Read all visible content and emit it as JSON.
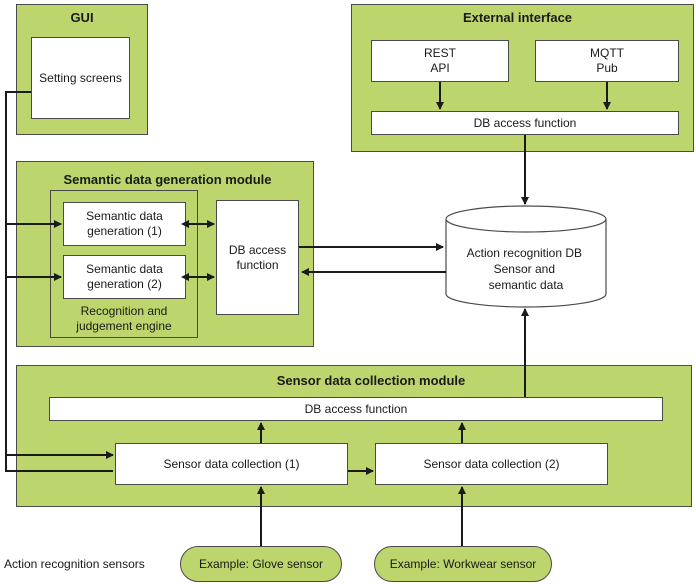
{
  "gui": {
    "title": "GUI",
    "setting_screens": "Setting screens"
  },
  "external": {
    "title": "External interface",
    "rest": "REST\nAPI",
    "mqtt": "MQTT\nPub",
    "db_access": "DB access function"
  },
  "semantic": {
    "title": "Semantic data generation module",
    "gen1": "Semantic data\ngeneration (1)",
    "gen2": "Semantic data\ngeneration (2)",
    "engine": "Recognition and\njudgement engine",
    "db_access": "DB access\nfunction"
  },
  "db": {
    "label": "Action recognition DB\nSensor and\nsemantic data"
  },
  "sensor_module": {
    "title": "Sensor data collection module",
    "db_access": "DB access function",
    "collection1": "Sensor data collection (1)",
    "collection2": "Sensor data collection (2)"
  },
  "sensors": {
    "label": "Action recognition sensors",
    "glove": "Example: Glove sensor",
    "workwear": "Example: Workwear sensor"
  },
  "colors": {
    "module_fill": "#bcd56d",
    "border": "#4a4a4a",
    "arrow": "#1a1a1a"
  }
}
